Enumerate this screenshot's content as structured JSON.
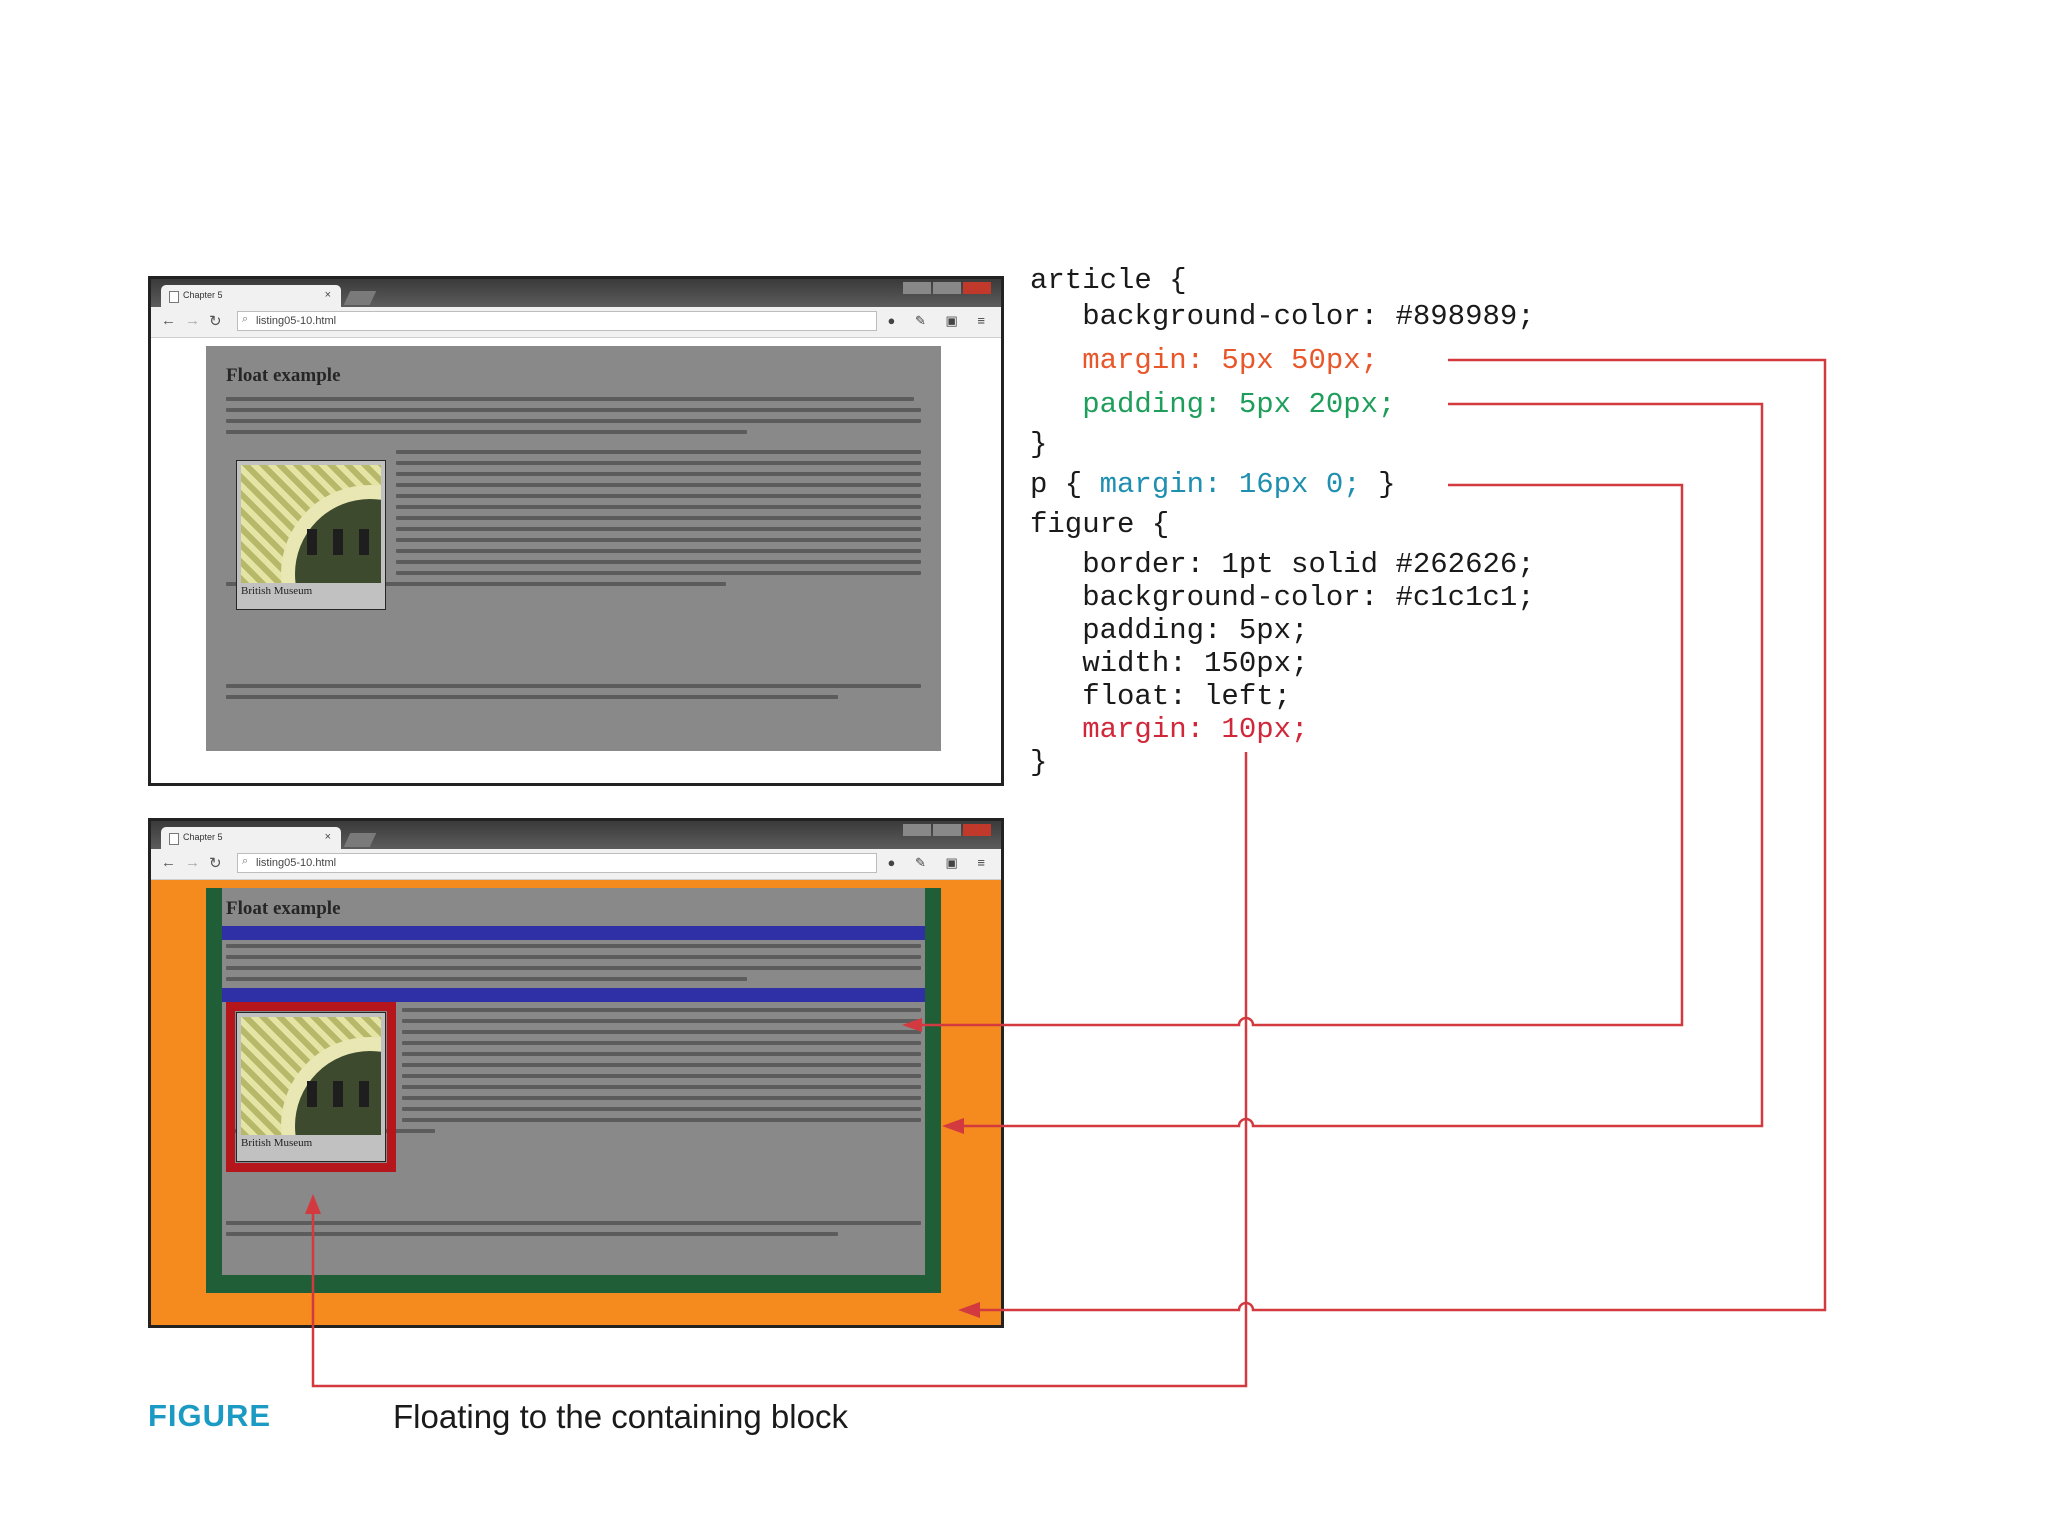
{
  "browser": {
    "tab_title": "Chapter 5",
    "tab_close": "×",
    "url": "listing05-10.html",
    "article_title": "Float example",
    "figure_caption": "British Museum"
  },
  "code": {
    "line1": "article {",
    "line2": "   background-color: #898989;",
    "line3": "   margin: 5px 50px;",
    "line4": "   padding: 5px 20px;",
    "line5": "}",
    "line6a": "p { ",
    "line6b": "margin: 16px 0;",
    "line6c": " }",
    "line7": "figure {",
    "line8": "   border: 1pt solid #262626;",
    "line9": "   background-color: #c1c1c1;",
    "line10": "   padding: 5px;",
    "line11": "   width: 150px;",
    "line12": "   float: left;",
    "line13": "   margin: 10px;",
    "line14": "}"
  },
  "colors": {
    "margin_article": "#e8572a",
    "padding_article": "#1f9e5b",
    "margin_p": "#1f8fb0",
    "margin_figure": "#d0283a",
    "connector": "#d23a3f",
    "article_bg": "#898989",
    "figure_bg": "#c1c1c1",
    "caption_label": "#1b9ac4"
  },
  "caption": {
    "label": "FIGURE",
    "text": "Floating to the containing block"
  }
}
